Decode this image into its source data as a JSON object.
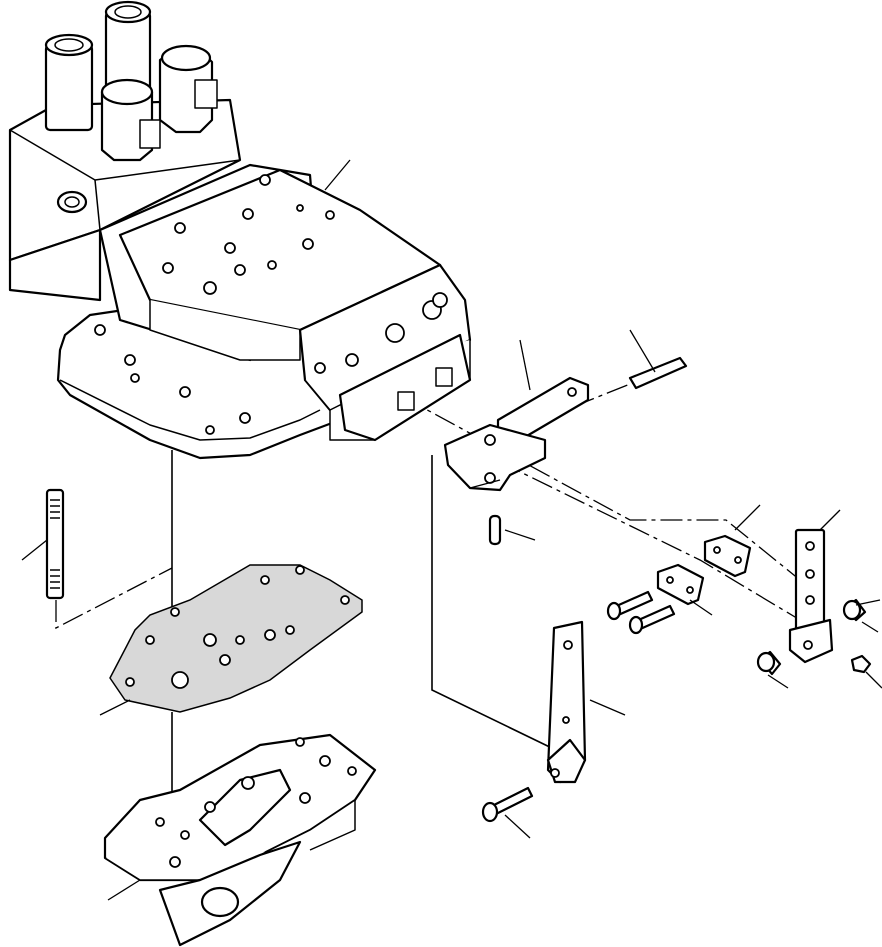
{
  "diagram": {
    "type": "exploded-parts-view",
    "callout_labels_visible": false,
    "parts": [
      "main-valve-body",
      "fitting-tall-left",
      "fitting-tall-center",
      "fitting-hex-right",
      "fitting-small-front",
      "side-port-fitting",
      "mounting-plate",
      "valve-section",
      "end-cover",
      "lever-bracket",
      "clevis-block",
      "pin-long",
      "pin-short",
      "stud",
      "gasket",
      "base-plate",
      "spacer-block-upper",
      "spacer-block-lower",
      "bolt-pair",
      "lever-arm-upright",
      "lever-arm-lower",
      "bolt-lower",
      "bushing-left",
      "bushing-right",
      "nut-small"
    ]
  }
}
